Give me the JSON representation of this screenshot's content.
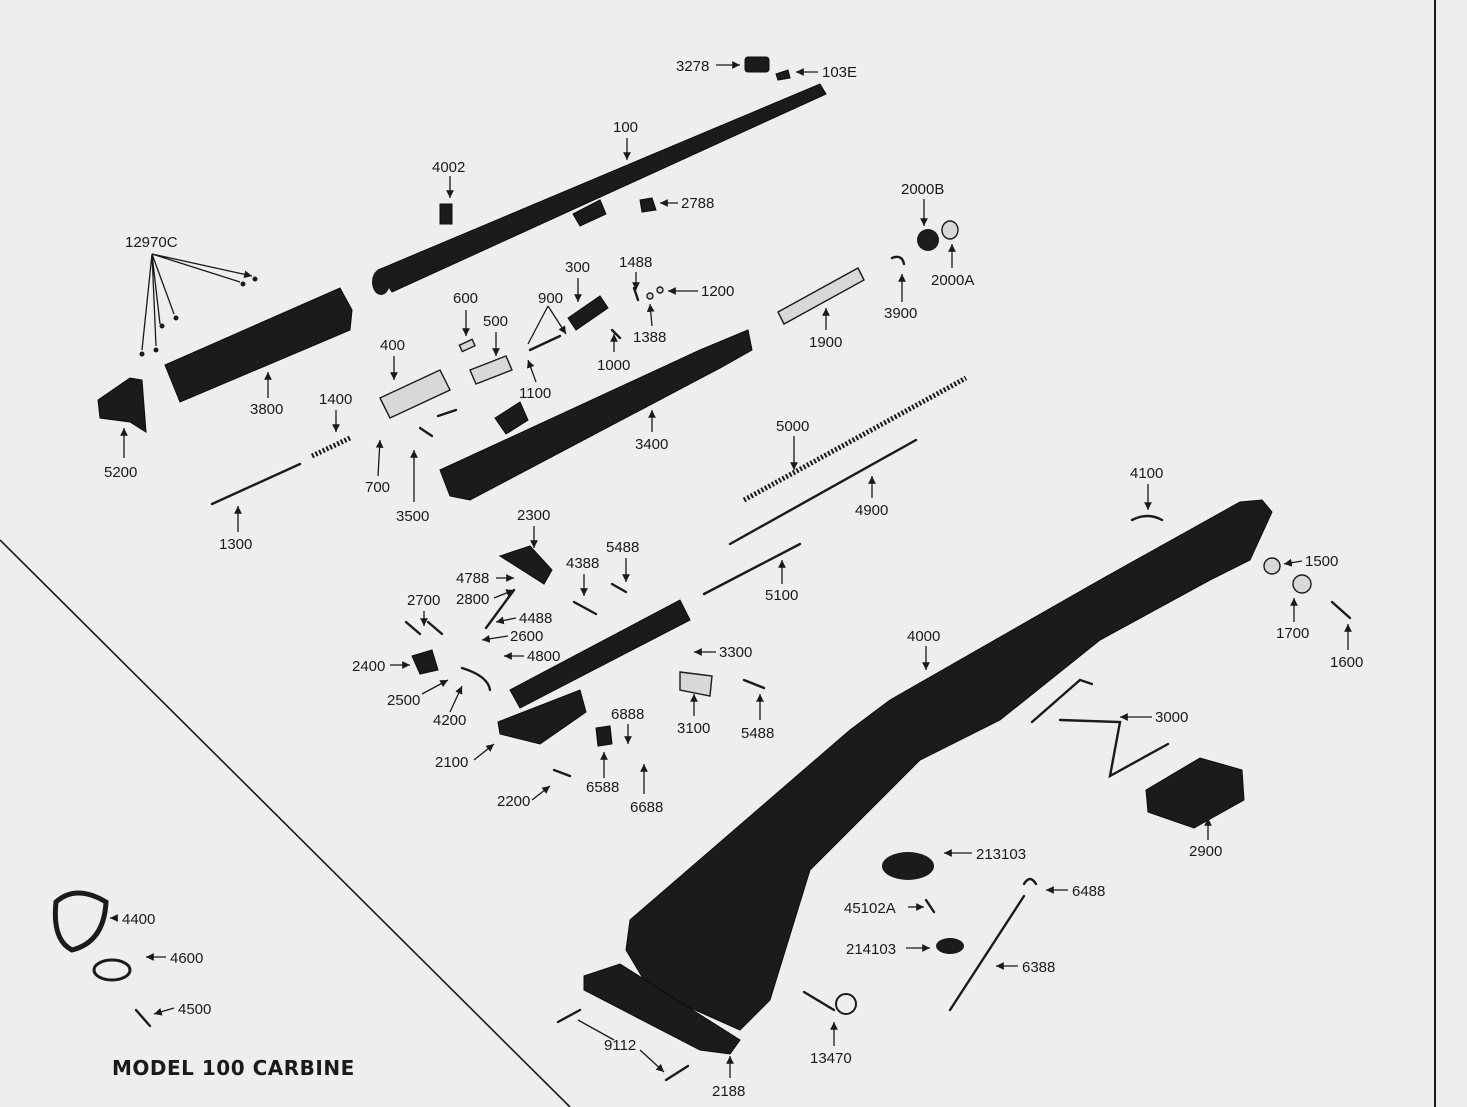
{
  "diagram": {
    "title": "MODEL 100 CARBINE",
    "part_numbers": {
      "p3278": "3278",
      "p103E": "103E",
      "p100": "100",
      "p4002": "4002",
      "p2788": "2788",
      "p2000B": "2000B",
      "p2000A": "2000A",
      "p12970C": "12970C",
      "p300": "300",
      "p1488": "1488",
      "p1200": "1200",
      "p1388": "1388",
      "p600": "600",
      "p500": "500",
      "p900": "900",
      "p1000": "1000",
      "p1100": "1100",
      "p400": "400",
      "p3800": "3800",
      "p1400": "1400",
      "p5200": "5200",
      "p1900": "1900",
      "p3900": "3900",
      "p3400": "3400",
      "p700": "700",
      "p3500": "3500",
      "p1300": "1300",
      "p5000": "5000",
      "p4900": "4900",
      "p4100": "4100",
      "p2300": "2300",
      "p4388": "4388",
      "p5488a": "5488",
      "p4788": "4788",
      "p2800": "2800",
      "p5100": "5100",
      "p1500": "1500",
      "p2700": "2700",
      "p4488": "4488",
      "p2600": "2600",
      "p1700": "1700",
      "p1600": "1600",
      "p4800": "4800",
      "p2400": "2400",
      "p4000": "4000",
      "p3300": "3300",
      "p2500": "2500",
      "p6888": "6888",
      "p4200": "4200",
      "p3100": "3100",
      "p5488b": "5488",
      "p3000": "3000",
      "p2100": "2100",
      "p6588": "6588",
      "p2200": "2200",
      "p6688": "6688",
      "p2900": "2900",
      "p213103": "213103",
      "p6488": "6488",
      "p4400": "4400",
      "p45102A": "45102A",
      "p4600": "4600",
      "p214103": "214103",
      "p6388": "6388",
      "p4500": "4500",
      "p9112": "9112",
      "p13470": "13470",
      "p2188": "2188"
    }
  }
}
